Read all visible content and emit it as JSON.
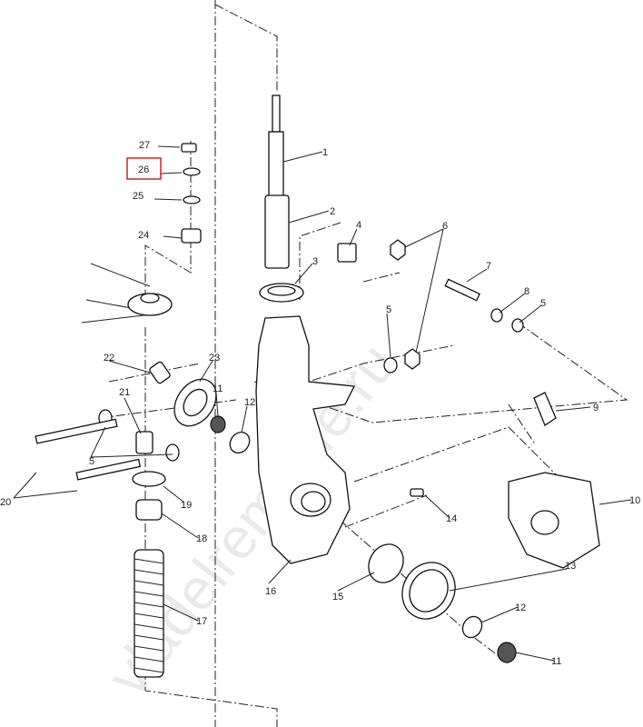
{
  "diagram": {
    "watermark": "vladelremelife.ru",
    "highlighted_callout": "26",
    "highlight_color": "#d0202a",
    "callouts": [
      "1",
      "2",
      "3",
      "4",
      "5",
      "5",
      "5",
      "6",
      "7",
      "8",
      "9",
      "10",
      "11",
      "11",
      "12",
      "12",
      "13",
      "14",
      "15",
      "16",
      "17",
      "18",
      "19",
      "20",
      "21",
      "22",
      "23",
      "24",
      "25",
      "26",
      "27"
    ]
  }
}
